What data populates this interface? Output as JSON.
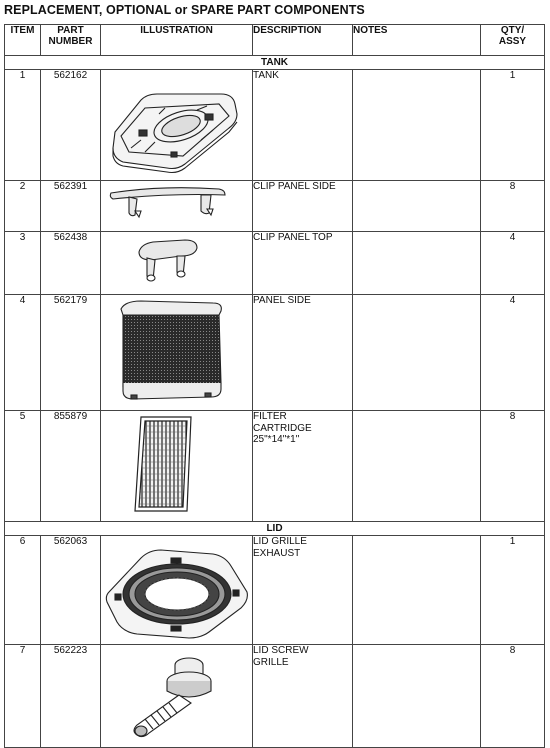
{
  "title": "REPLACEMENT, OPTIONAL or SPARE PART COMPONENTS",
  "headers": {
    "item": "ITEM",
    "part_number_line1": "PART",
    "part_number_line2": "NUMBER",
    "illustration": "ILLUSTRATION",
    "description": "DESCRIPTION",
    "notes": "NOTES",
    "qty_line1": "QTY/",
    "qty_line2": "ASSY"
  },
  "sections": {
    "tank": "TANK",
    "lid": "LID"
  },
  "rows": [
    {
      "item": "1",
      "part": "562162",
      "desc_line1": "TANK",
      "desc_line2": "",
      "desc_line3": "",
      "notes": "",
      "qty": "1",
      "illustration": "tank-illustration"
    },
    {
      "item": "2",
      "part": "562391",
      "desc_line1": "CLIP PANEL SIDE",
      "desc_line2": "",
      "desc_line3": "",
      "notes": "",
      "qty": "8",
      "illustration": "clip-panel-side-illustration"
    },
    {
      "item": "3",
      "part": "562438",
      "desc_line1": "CLIP PANEL TOP",
      "desc_line2": "",
      "desc_line3": "",
      "notes": "",
      "qty": "4",
      "illustration": "clip-panel-top-illustration"
    },
    {
      "item": "4",
      "part": "562179",
      "desc_line1": "PANEL SIDE",
      "desc_line2": "",
      "desc_line3": "",
      "notes": "",
      "qty": "4",
      "illustration": "panel-side-illustration"
    },
    {
      "item": "5",
      "part": "855879",
      "desc_line1": "FILTER",
      "desc_line2": "CARTRIDGE",
      "desc_line3": "25\"*14\"*1\"",
      "notes": "",
      "qty": "8",
      "illustration": "filter-cartridge-illustration"
    },
    {
      "item": "6",
      "part": "562063",
      "desc_line1": "LID GRILLE",
      "desc_line2": "EXHAUST",
      "desc_line3": "",
      "notes": "",
      "qty": "1",
      "illustration": "lid-grille-exhaust-illustration"
    },
    {
      "item": "7",
      "part": "562223",
      "desc_line1": "LID SCREW",
      "desc_line2": "GRILLE",
      "desc_line3": "",
      "notes": "",
      "qty": "8",
      "illustration": "lid-screw-grille-illustration"
    }
  ]
}
